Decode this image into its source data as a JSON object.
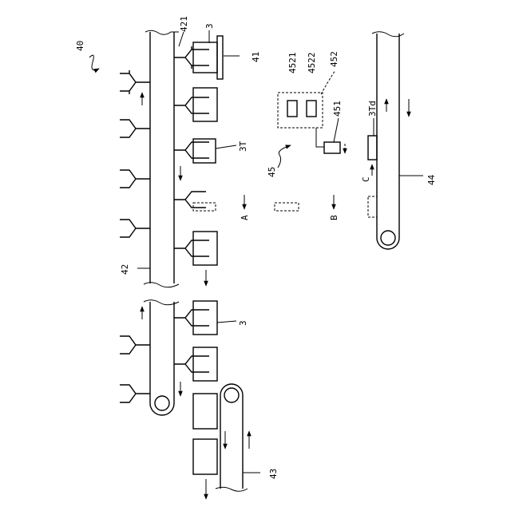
{
  "labels": {
    "fig_ref": "40",
    "conveyor_main": "42",
    "pusher_claw": "421",
    "bag_top": "3",
    "bag_mid": "3",
    "plate": "41",
    "bag_3t": "3T",
    "conveyor_out": "43",
    "inspection_unit": "45",
    "processor_box_a": "4521",
    "processor_box_b": "4522",
    "controller_ref": "452",
    "camera": "451",
    "conveyor_reject": "44",
    "rejected_bag": "3Td"
  },
  "arrows": {
    "a": "A",
    "b": "B",
    "c": "C"
  }
}
